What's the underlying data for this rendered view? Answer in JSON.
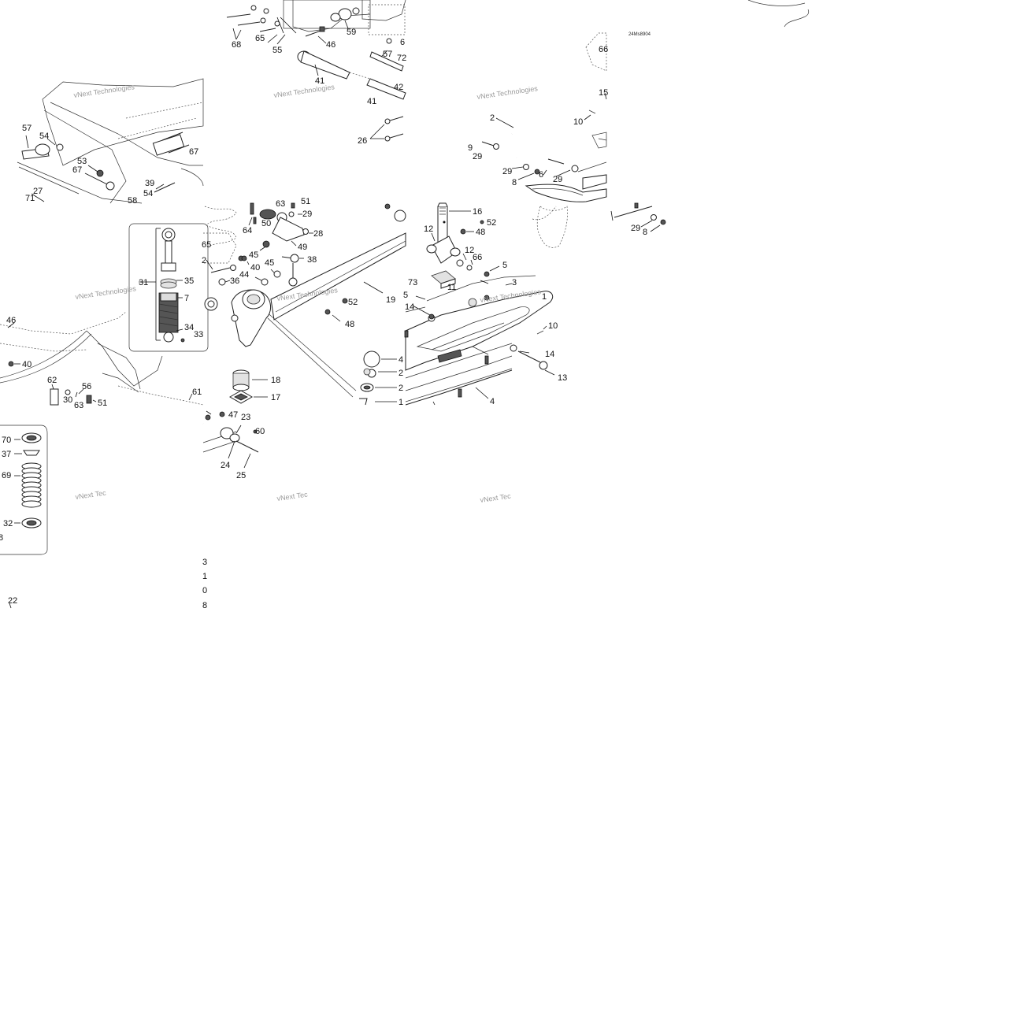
{
  "drawing_code": "24Ms8904",
  "watermark": "vNext Technologies",
  "watermark_short": "vNext Tec",
  "callouts": {
    "c2": "2",
    "c3": "3",
    "c4": "4",
    "c5": "5",
    "c6": "6",
    "c7": "7",
    "c8": "8",
    "c9": "9",
    "c10": "10",
    "c11": "11",
    "c12": "12",
    "c13": "13",
    "c14": "14",
    "c15": "15",
    "c16": "16",
    "c17": "17",
    "c18": "18",
    "c19": "19",
    "c22": "22",
    "c23": "23",
    "c24": "24",
    "c25": "25",
    "c26": "26",
    "c27": "27",
    "c28": "28",
    "c29": "29",
    "c30": "30",
    "c31": "31",
    "c32": "32",
    "c33": "33",
    "c34": "34",
    "c35": "35",
    "c36": "36",
    "c37": "37",
    "c38": "38",
    "c39": "39",
    "c40": "40",
    "c41": "41",
    "c44": "44",
    "c45": "45",
    "c46": "46",
    "c47": "47",
    "c48": "48",
    "c49": "49",
    "c50": "50",
    "c51": "51",
    "c52": "52",
    "c53": "53",
    "c54": "54",
    "c55": "55",
    "c56": "56",
    "c57": "57",
    "c58": "58",
    "c59": "59",
    "c60": "60",
    "c61": "61",
    "c62": "62",
    "c63": "63",
    "c64": "64",
    "c65": "65",
    "c66": "66",
    "c67": "67",
    "c68": "68",
    "c69": "69",
    "c70": "70",
    "c71": "71",
    "c72": "72",
    "c73": "73",
    "p21": "2",
    "p20": "2",
    "p1": "1",
    "p42": "4",
    "p43": "4",
    "p6x": "6",
    "p42b": "42",
    "p72b": "72",
    "p5x": "5",
    "p2x": "2",
    "p1x": "1",
    "p8x": "8",
    "p65": "65",
    "p3x": "3"
  },
  "side_digits": [
    "3",
    "1",
    "0",
    "8"
  ]
}
